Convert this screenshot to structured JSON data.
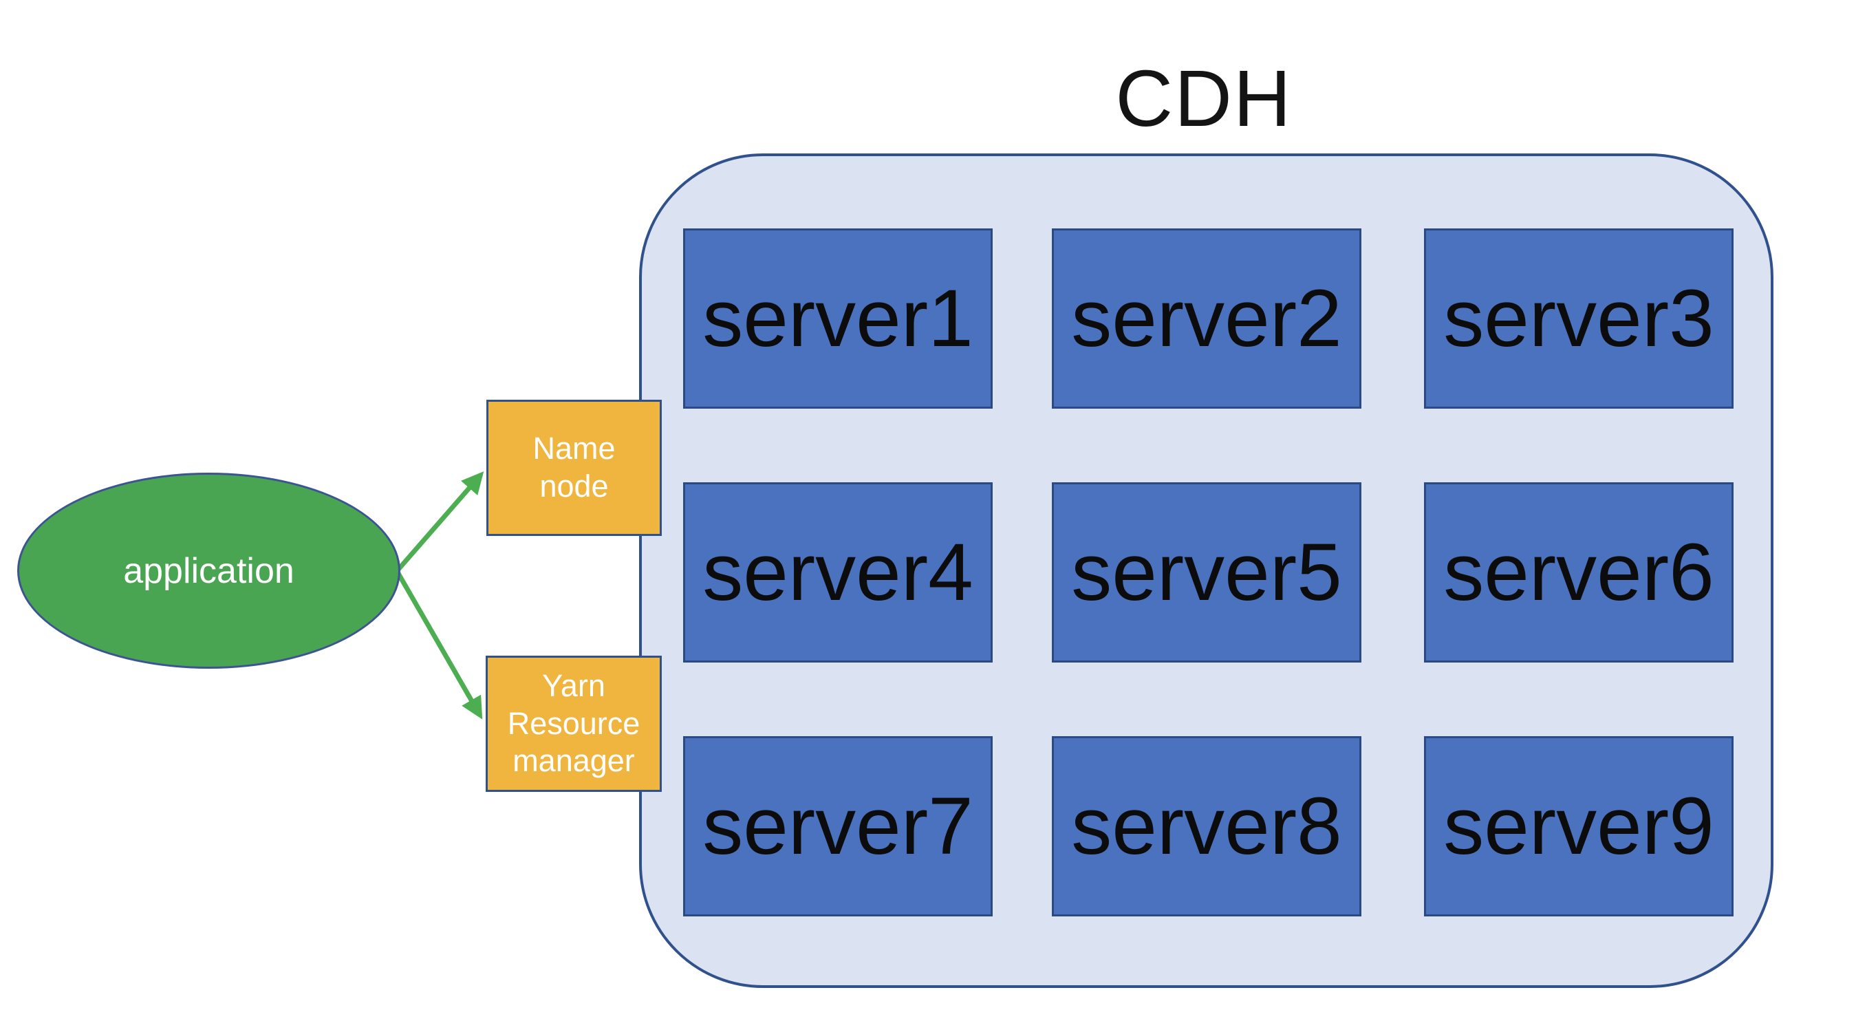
{
  "diagram": {
    "title": "CDH",
    "application": {
      "label": "application"
    },
    "name_node": {
      "lines": [
        "Name",
        "node"
      ]
    },
    "yarn_resource_manager": {
      "lines": [
        "Yarn",
        "Resource",
        "manager"
      ]
    },
    "cluster": {
      "servers": [
        "server1",
        "server2",
        "server3",
        "server4",
        "server5",
        "server6",
        "server7",
        "server8",
        "server9"
      ]
    },
    "connections": [
      {
        "from": "application",
        "to": "name-node"
      },
      {
        "from": "application",
        "to": "yarn-resource-manager"
      }
    ],
    "colors": {
      "server_fill": "#4A72BE",
      "server_border": "#2B4A84",
      "cluster_fill": "#DBE3F3",
      "cluster_border": "#31518D",
      "node_yellow_fill": "#F0B53E",
      "node_yellow_border": "#2F528F",
      "application_green_fill": "#4AA552",
      "application_green_border": "#3D5493",
      "arrow_green": "#4CAE50",
      "text_dark": "#141414",
      "text_light": "#FFFFFF"
    }
  }
}
